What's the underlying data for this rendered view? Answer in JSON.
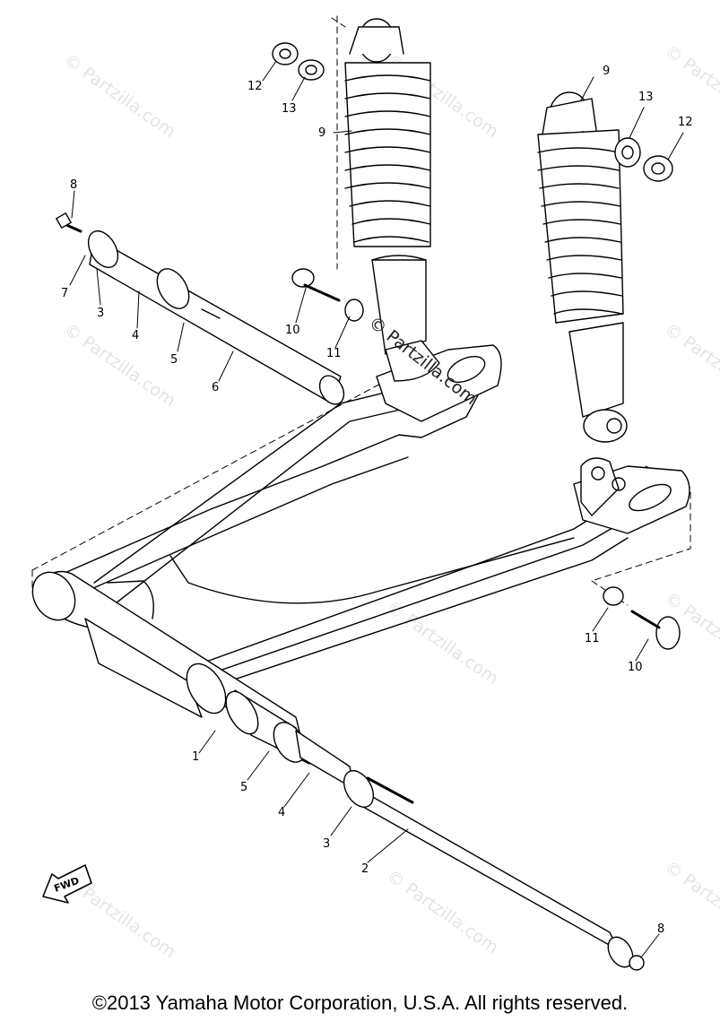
{
  "watermark": "© Partzilla.com",
  "stamp_watermark": "© Partzilla.com",
  "fwd_label": "FWD",
  "copyright": "©2013  Yamaha Motor Corporation, U.S.A. All rights reserved.",
  "callouts": [
    {
      "id": "12-left",
      "label": "12"
    },
    {
      "id": "13-left",
      "label": "13"
    },
    {
      "id": "9-left",
      "label": "9"
    },
    {
      "id": "9-right",
      "label": "9"
    },
    {
      "id": "13-right",
      "label": "13"
    },
    {
      "id": "12-right",
      "label": "12"
    },
    {
      "id": "8-top",
      "label": "8"
    },
    {
      "id": "7",
      "label": "7"
    },
    {
      "id": "3-top",
      "label": "3"
    },
    {
      "id": "4-top",
      "label": "4"
    },
    {
      "id": "5-top",
      "label": "5"
    },
    {
      "id": "6",
      "label": "6"
    },
    {
      "id": "10-top",
      "label": "10"
    },
    {
      "id": "11-top",
      "label": "11"
    },
    {
      "id": "11-right",
      "label": "11"
    },
    {
      "id": "10-right",
      "label": "10"
    },
    {
      "id": "1",
      "label": "1"
    },
    {
      "id": "5-bottom",
      "label": "5"
    },
    {
      "id": "4-bottom",
      "label": "4"
    },
    {
      "id": "3-bottom",
      "label": "3"
    },
    {
      "id": "2",
      "label": "2"
    },
    {
      "id": "8-bottom",
      "label": "8"
    }
  ]
}
